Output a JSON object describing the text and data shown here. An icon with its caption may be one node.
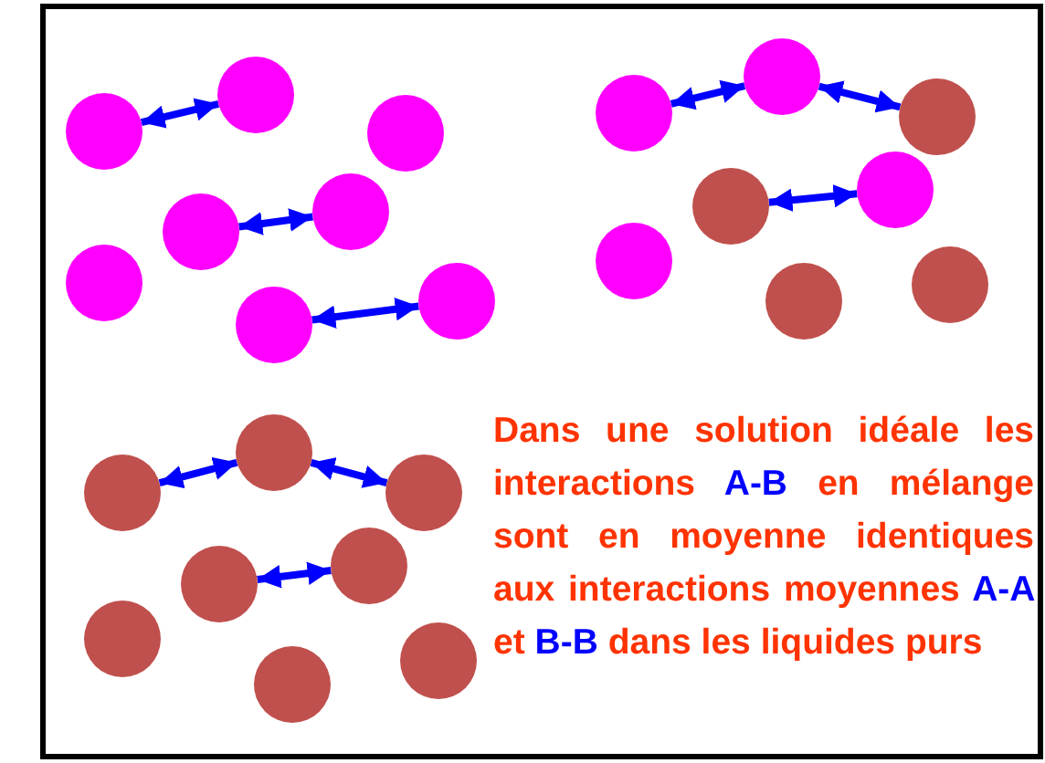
{
  "diagram": {
    "nodes": [
      {
        "text": [],
        "shape": "circle"
      },
      {
        "text": [],
        "shape": "circle"
      },
      {
        "text": [],
        "shape": "circle"
      },
      {
        "text": [],
        "shape": "circle"
      },
      {
        "text": [],
        "shape": "circle"
      },
      {
        "text": [],
        "shape": "circle"
      },
      {
        "text": [],
        "shape": "circle"
      },
      {
        "text": [],
        "shape": "circle"
      },
      {
        "text": [],
        "shape": "circle"
      },
      {
        "text": [],
        "shape": "circle"
      },
      {
        "text": [],
        "shape": "circle"
      },
      {
        "text": [],
        "shape": "circle"
      },
      {
        "text": [],
        "shape": "circle"
      },
      {
        "text": [],
        "shape": "circle"
      },
      {
        "text": [],
        "shape": "circle"
      },
      {
        "text": [],
        "shape": "circle"
      },
      {
        "text": [],
        "shape": "circle"
      },
      {
        "text": [],
        "shape": "circle"
      },
      {
        "text": [],
        "shape": "circle"
      },
      {
        "text": [],
        "shape": "circle"
      },
      {
        "text": [],
        "shape": "circle"
      },
      {
        "text": [],
        "shape": "circle"
      },
      {
        "text": [],
        "shape": "circle"
      },
      {
        "text": [],
        "shape": "circle"
      }
    ],
    "edges": [
      {
        "from": 0,
        "to": 1,
        "arrow": "both"
      },
      {
        "from": 3,
        "to": 4,
        "arrow": "both"
      },
      {
        "from": 6,
        "to": 7,
        "arrow": "both"
      },
      {
        "from": 8,
        "to": 9,
        "arrow": "both"
      },
      {
        "from": 9,
        "to": 10,
        "arrow": "both"
      },
      {
        "from": 11,
        "to": 12,
        "arrow": "both"
      },
      {
        "from": 16,
        "to": 17,
        "arrow": "both"
      },
      {
        "from": 17,
        "to": 18,
        "arrow": "both"
      },
      {
        "from": 19,
        "to": 20,
        "arrow": "both"
      }
    ],
    "labels": [
      "Dans une solution idéale les interactions A-B en mélange sont en moyenne identiques aux interactions moyennes A-A et B-B dans les liquides purs"
    ]
  }
}
